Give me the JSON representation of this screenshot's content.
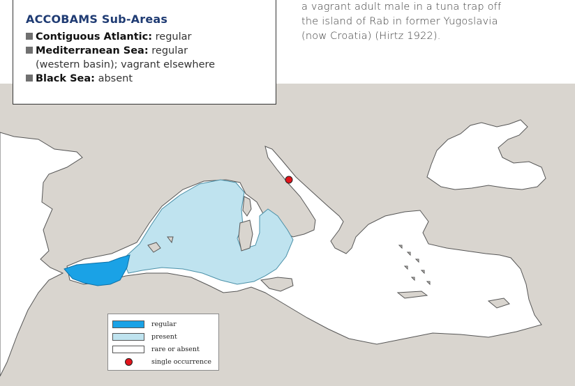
{
  "intro_text": {
    "lines": [
      "a vagrant adult male in a tuna trap off",
      "the island of Rab in former Yugoslavia",
      "(now Croatia) (Hirtz 1922)."
    ]
  },
  "subareas": {
    "title": "ACCOBAMS Sub-Areas",
    "items": [
      {
        "name": "Contiguous Atlantic:",
        "status": "regular",
        "continuation": ""
      },
      {
        "name": "Mediterranean Sea:",
        "status": "regular",
        "continuation": "(western basin); vagrant elsewhere"
      },
      {
        "name": "Black Sea:",
        "status": "absent",
        "continuation": ""
      }
    ]
  },
  "legend": {
    "items": [
      {
        "label": "regular",
        "color": "#1aa2e6",
        "kind": "swatch"
      },
      {
        "label": "present",
        "color": "#bfe3ef",
        "kind": "swatch"
      },
      {
        "label": "rare or absent",
        "color": "#ffffff",
        "kind": "swatch"
      },
      {
        "label": "single occurrence",
        "color": "#e2141b",
        "kind": "dot"
      }
    ]
  },
  "map_colors": {
    "land": "#d9d5cf",
    "sea_rare": "#ffffff",
    "present": "#bfe3ef",
    "regular": "#1aa2e6",
    "outline": "#555555"
  }
}
